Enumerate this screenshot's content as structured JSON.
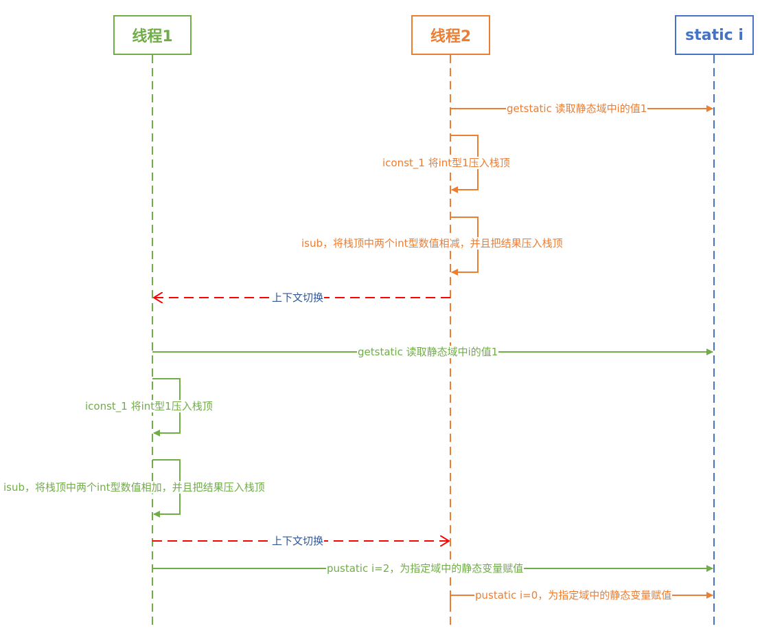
{
  "colors": {
    "thread1": "#70AD47",
    "thread2": "#ED7D31",
    "static": "#4472C4",
    "switch": "#FF0000",
    "switch_text": "#2F5597"
  },
  "lanes": {
    "thread1": "线程1",
    "thread2": "线程2",
    "static": "static i"
  },
  "messages": {
    "m1": "getstatic 读取静态域中i的值1",
    "m2": "iconst_1 将int型1压入栈顶",
    "m3": "isub，将栈顶中两个int型数值相减，并且把结果压入栈顶",
    "m4": "上下文切换",
    "m5": "getstatic 读取静态域中i的值1",
    "m6": "iconst_1 将int型1压入栈顶",
    "m7": "isub，将栈顶中两个int型数值相加，并且把结果压入栈顶",
    "m8": "上下文切换",
    "m9": "pustatic i=2，为指定域中的静态变量赋值",
    "m10": "pustatic i=0，为指定域中的静态变量赋值"
  }
}
